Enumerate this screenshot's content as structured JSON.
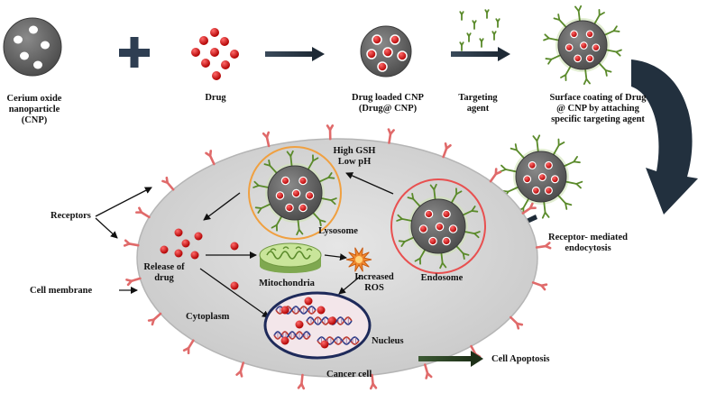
{
  "colors": {
    "particle": "#6b6b6b",
    "drug": "#d90f0f",
    "ligand": "#5a8a2a",
    "receptor": "#e06a6a",
    "cell": "#d5d5d5",
    "lysosome_ring": "#f0a040",
    "endosome_ring": "#e85050",
    "nucleus_ring": "#1e2a5a",
    "arrow_dark": "#2a3848",
    "apoptosis_arrow": "#2f4a2a",
    "mito": "#b8d98a",
    "ros": "#f08a30"
  },
  "top_row": {
    "cnp": "Cerium oxide\nnanoparticle\n(CNP)",
    "drug": "Drug",
    "loaded": "Drug loaded CNP\n(Drug@ CNP)",
    "agent": "Targeting\nagent",
    "coating": "Surface coating of Drug\n@ CNP by attaching\nspecific targeting agent"
  },
  "cell": {
    "high_gsh": "High GSH\nLow pH",
    "lysosome": "Lysosome",
    "receptors": "Receptors",
    "release": "Release of\ndrug",
    "mitochondria": "Mitochondria",
    "ros": "Increased\nROS",
    "endosome": "Endosome",
    "cell_membrane": "Cell membrane",
    "cytoplasm": "Cytoplasm",
    "nucleus": "Nucleus",
    "cancer_cell": "Cancer cell",
    "receptor_mediated": "Receptor- mediated\nendocytosis",
    "apoptosis": "Cell Apoptosis"
  }
}
